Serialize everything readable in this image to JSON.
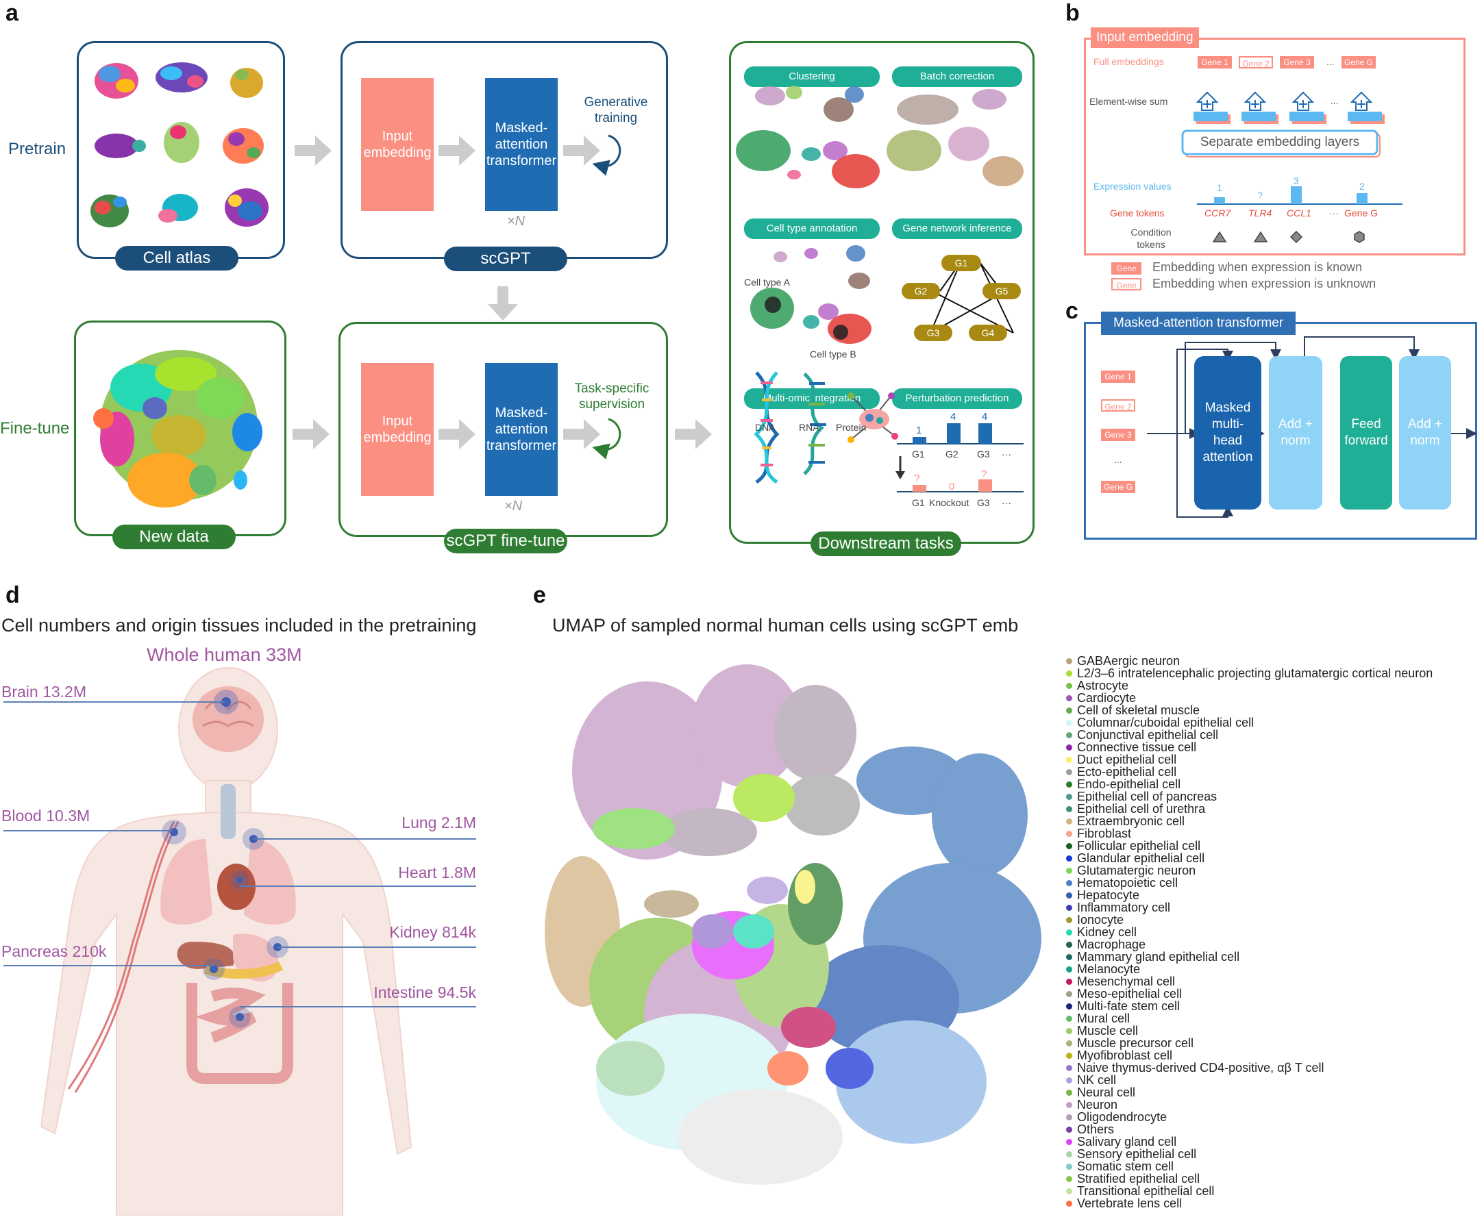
{
  "panel_letters": {
    "a": "a",
    "b": "b",
    "c": "c",
    "d": "d",
    "e": "e"
  },
  "panel_a": {
    "row_pretrain": "Pretrain",
    "row_finetune": "Fine-tune",
    "cell_atlas": "Cell atlas",
    "new_data": "New data",
    "scgpt": "scGPT",
    "scgpt_finetune": "scGPT fine-tune",
    "input_embedding": "Input embedding",
    "masked_transformer": "Masked-attention transformer",
    "times_n": "×N",
    "generative_training": "Generative training",
    "task_supervision": "Task-specific supervision",
    "downstream_tasks": "Downstream tasks",
    "tasks": {
      "clustering": "Clustering",
      "batch_correction": "Batch correction",
      "cell_type_annotation": "Cell type annotation",
      "gene_network_inference": "Gene network inference",
      "multi_omic": "Multi-omic integration",
      "perturbation": "Perturbation prediction"
    },
    "cell_type_a": "Cell type A",
    "cell_type_b": "Cell type B",
    "network_genes": [
      "G1",
      "G2",
      "G5",
      "G3",
      "G4"
    ],
    "omics": [
      "DNA",
      "RNA",
      "Protein"
    ],
    "perturb": {
      "top_values": [
        "1",
        "4",
        "4"
      ],
      "top_genes": [
        "G1",
        "G2",
        "G3",
        "···"
      ],
      "bottom_values": [
        "?",
        "0",
        "?"
      ],
      "bottom_labels": [
        "G1",
        "Knockout",
        "G3",
        "···"
      ]
    }
  },
  "panel_b": {
    "title": "Input embedding",
    "full_embeddings": "Full embeddings",
    "gene_chips": [
      "Gene 1",
      "Gene 2",
      "Gene 3",
      "...",
      "Gene G"
    ],
    "elementwise_sum": "Element-wise sum",
    "separate_layers": "Separate embedding layers",
    "expression_values": "Expression values",
    "expression_numbers": [
      "1",
      "?",
      "3",
      "2"
    ],
    "gene_tokens": "Gene tokens",
    "gene_token_names": [
      "CCR7",
      "TLR4",
      "CCL1",
      "···",
      "Gene G"
    ],
    "condition_tokens": "Condition tokens",
    "legend_chip": "Gene",
    "legend_known": "Embedding when expression is known",
    "legend_unknown": "Embedding when expression is unknown"
  },
  "panel_c": {
    "title": "Masked-attention transformer",
    "genes": [
      "Gene 1",
      "Gene 2",
      "Gene 3",
      "...",
      "Gene G"
    ],
    "mha": "Masked multi-head attention",
    "add_norm": "Add + norm",
    "feed_forward": "Feed forward",
    "add_norm_2": "Add + norm"
  },
  "panel_d": {
    "title": "Cell numbers and origin tissues included in the pretraining",
    "whole_human": "Whole human 33M",
    "tissues": {
      "brain": "Brain 13.2M",
      "blood": "Blood 10.3M",
      "pancreas": "Pancreas 210k",
      "lung": "Lung 2.1M",
      "heart": "Heart 1.8M",
      "kidney": "Kidney 814k",
      "intestine": "Intestine 94.5k"
    }
  },
  "panel_e": {
    "title": "UMAP of sampled normal human cells using scGPT emb",
    "legend": [
      {
        "label": "GABAergic neuron",
        "color": "#b7a27a"
      },
      {
        "label": "L2/3–6 intratelencephalic projecting glutamatergic cortical neuron",
        "color": "#a6e22e"
      },
      {
        "label": "Astrocyte",
        "color": "#79c24a"
      },
      {
        "label": "Cardiocyte",
        "color": "#9b59b6"
      },
      {
        "label": "Cell of skeletal muscle",
        "color": "#6aa84f"
      },
      {
        "label": "Columnar/cuboidal epithelial cell",
        "color": "#d6f5f5"
      },
      {
        "label": "Conjunctival epithelial cell",
        "color": "#5fa87a"
      },
      {
        "label": "Connective tissue cell",
        "color": "#8e24aa"
      },
      {
        "label": "Duct epithelial cell",
        "color": "#f7ef6b"
      },
      {
        "label": "Ecto-epithelial cell",
        "color": "#9e9e9e"
      },
      {
        "label": "Endo-epithelial cell",
        "color": "#2e7d32"
      },
      {
        "label": "Epithelial cell of pancreas",
        "color": "#4a9c8c"
      },
      {
        "label": "Epithelial cell of urethra",
        "color": "#3e8e7e"
      },
      {
        "label": "Extraembryonic cell",
        "color": "#d4b483"
      },
      {
        "label": "Fibroblast",
        "color": "#f2a58e"
      },
      {
        "label": "Follicular epithelial cell",
        "color": "#1b5e20"
      },
      {
        "label": "Glandular epithelial cell",
        "color": "#1a35d8"
      },
      {
        "label": "Glutamatergic neuron",
        "color": "#7ed957"
      },
      {
        "label": "Hematopoietic cell",
        "color": "#4a7fc1"
      },
      {
        "label": "Hepatocyte",
        "color": "#2f5fb3"
      },
      {
        "label": "Inflammatory cell",
        "color": "#3f3fb5"
      },
      {
        "label": "Ionocyte",
        "color": "#9c9c2c"
      },
      {
        "label": "Kidney cell",
        "color": "#26d9b5"
      },
      {
        "label": "Macrophage",
        "color": "#2d5f50"
      },
      {
        "label": "Mammary gland epithelial cell",
        "color": "#1f6b6b"
      },
      {
        "label": "Melanocyte",
        "color": "#17a08c"
      },
      {
        "label": "Mesenchymal cell",
        "color": "#c2185b"
      },
      {
        "label": "Meso-epithelial cell",
        "color": "#a0a090"
      },
      {
        "label": "Multi-fate stem cell",
        "color": "#1a237e"
      },
      {
        "label": "Mural cell",
        "color": "#66bb6a"
      },
      {
        "label": "Muscle cell",
        "color": "#9ccc65"
      },
      {
        "label": "Muscle precursor cell",
        "color": "#b0b080"
      },
      {
        "label": "Myofibroblast cell",
        "color": "#b5b517"
      },
      {
        "label": "Naive thymus-derived CD4-positive, αβ T cell",
        "color": "#9575cd"
      },
      {
        "label": "NK cell",
        "color": "#b39ddb"
      },
      {
        "label": "Neural cell",
        "color": "#7cb342"
      },
      {
        "label": "Neuron",
        "color": "#c59bc5"
      },
      {
        "label": "Oligodendrocyte",
        "color": "#b0a0b0"
      },
      {
        "label": "Others",
        "color": "#7b3fa0"
      },
      {
        "label": "Salivary gland cell",
        "color": "#e040fb"
      },
      {
        "label": "Sensory epithelial cell",
        "color": "#a5d6a7"
      },
      {
        "label": "Somatic stem cell",
        "color": "#80cbc4"
      },
      {
        "label": "Stratified epithelial cell",
        "color": "#8bc34a"
      },
      {
        "label": "Transitional epithelial cell",
        "color": "#c5e1a5"
      },
      {
        "label": "Vertebrate lens cell",
        "color": "#ff7043"
      }
    ]
  },
  "colors": {
    "pretrain_blue": "#1b4f7a",
    "finetune_green": "#2e7d32",
    "embed_salmon": "#fa8f82",
    "transformer_blue": "#1f6cb3",
    "teal": "#1fae96",
    "light_blue": "#8fd3f7",
    "tissue_purple": "#a0579f"
  }
}
